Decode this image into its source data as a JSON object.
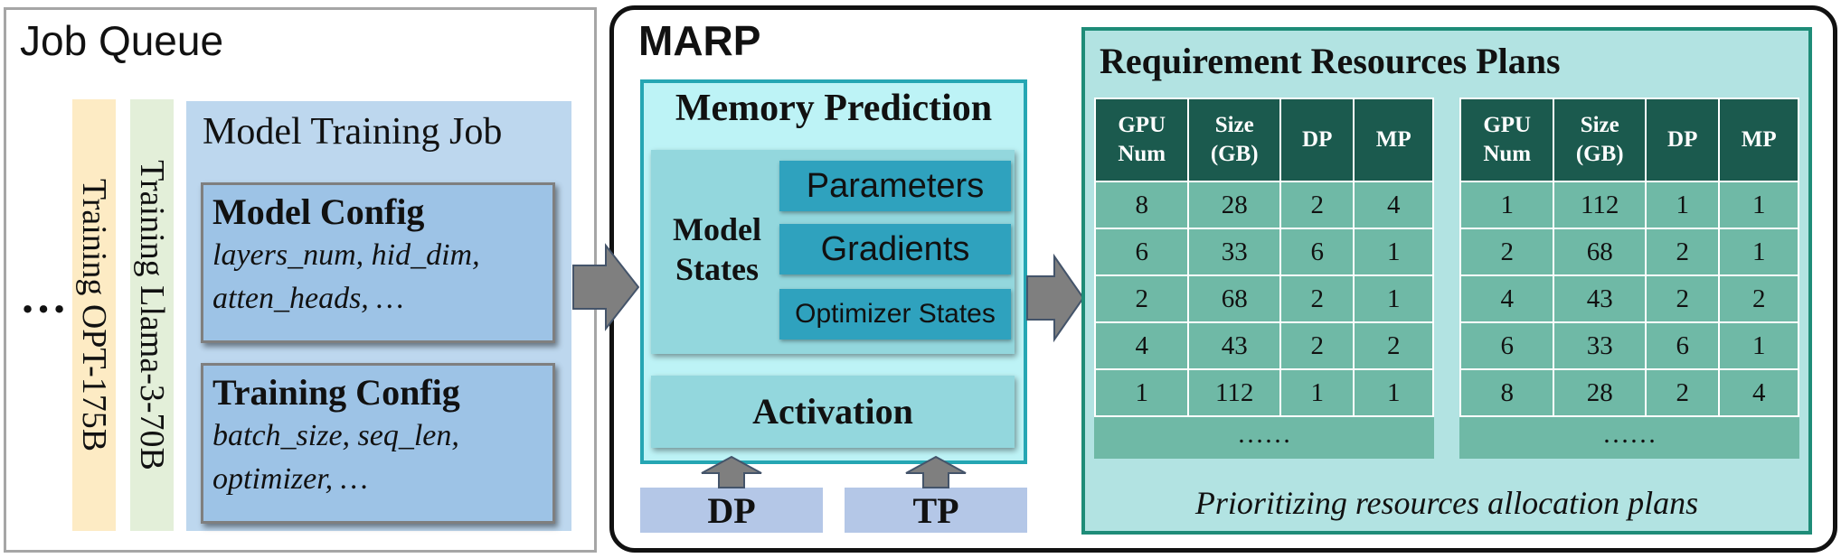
{
  "job_queue": {
    "title": "Job Queue",
    "ellipsis": "…",
    "vertical_labels": [
      "Training OPT-175B",
      "Training Llama-3-70B"
    ],
    "model_training_job": {
      "title": "Model Training Job",
      "model_config": {
        "title": "Model Config",
        "line1": "layers_num, hid_dim,",
        "line2": "atten_heads, …"
      },
      "training_config": {
        "title": "Training Config",
        "line1": "batch_size, seq_len,",
        "line2": "optimizer, …"
      }
    }
  },
  "marp": {
    "title": "MARP",
    "memory_prediction": {
      "title": "Memory Prediction",
      "model_states_label": "Model States",
      "model_states_items": [
        "Parameters",
        "Gradients",
        "Optimizer States"
      ],
      "activation": "Activation"
    },
    "inputs": [
      "DP",
      "TP"
    ],
    "plans": {
      "title": "Requirement Resources Plans",
      "columns": [
        "GPU Num",
        "Size (GB)",
        "DP",
        "MP"
      ],
      "left_rows": [
        [
          "8",
          "28",
          "2",
          "4"
        ],
        [
          "6",
          "33",
          "6",
          "1"
        ],
        [
          "2",
          "68",
          "2",
          "1"
        ],
        [
          "4",
          "43",
          "2",
          "2"
        ],
        [
          "1",
          "112",
          "1",
          "1"
        ]
      ],
      "right_rows": [
        [
          "1",
          "112",
          "1",
          "1"
        ],
        [
          "2",
          "68",
          "2",
          "1"
        ],
        [
          "4",
          "43",
          "2",
          "2"
        ],
        [
          "6",
          "33",
          "6",
          "1"
        ],
        [
          "8",
          "28",
          "2",
          "4"
        ]
      ],
      "more": "……",
      "caption": "Prioritizing resources allocation plans"
    }
  },
  "colors": {
    "job_box": "#bdd7ee",
    "config_box": "#9dc3e6",
    "memory_bg": "#bdf3f6",
    "memory_border": "#25a6b3",
    "state_item": "#2fa2be",
    "plans_bg": "#b2e3e2",
    "table_header": "#1b5a4e",
    "table_body": "#6fb9a6",
    "input_box": "#b4c7e7",
    "arrow": "#7f7f7f"
  }
}
